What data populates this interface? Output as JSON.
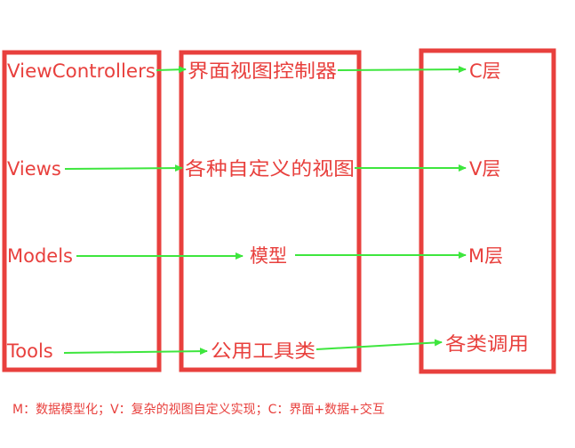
{
  "colors": {
    "box": "#e8403d",
    "text": "#e8403d",
    "arrow": "#3ee63e"
  },
  "columns": {
    "left": [
      "ViewControllers",
      "Views",
      "Models",
      "Tools"
    ],
    "middle": [
      "界面视图控制器",
      "各种自定义的视图",
      "模型",
      "公用工具类"
    ],
    "right": [
      "C层",
      "V层",
      "M层",
      "各类调用"
    ]
  },
  "legend": "M：数据模型化；V：复杂的视图自定义实现；C：界面+数据+交互"
}
